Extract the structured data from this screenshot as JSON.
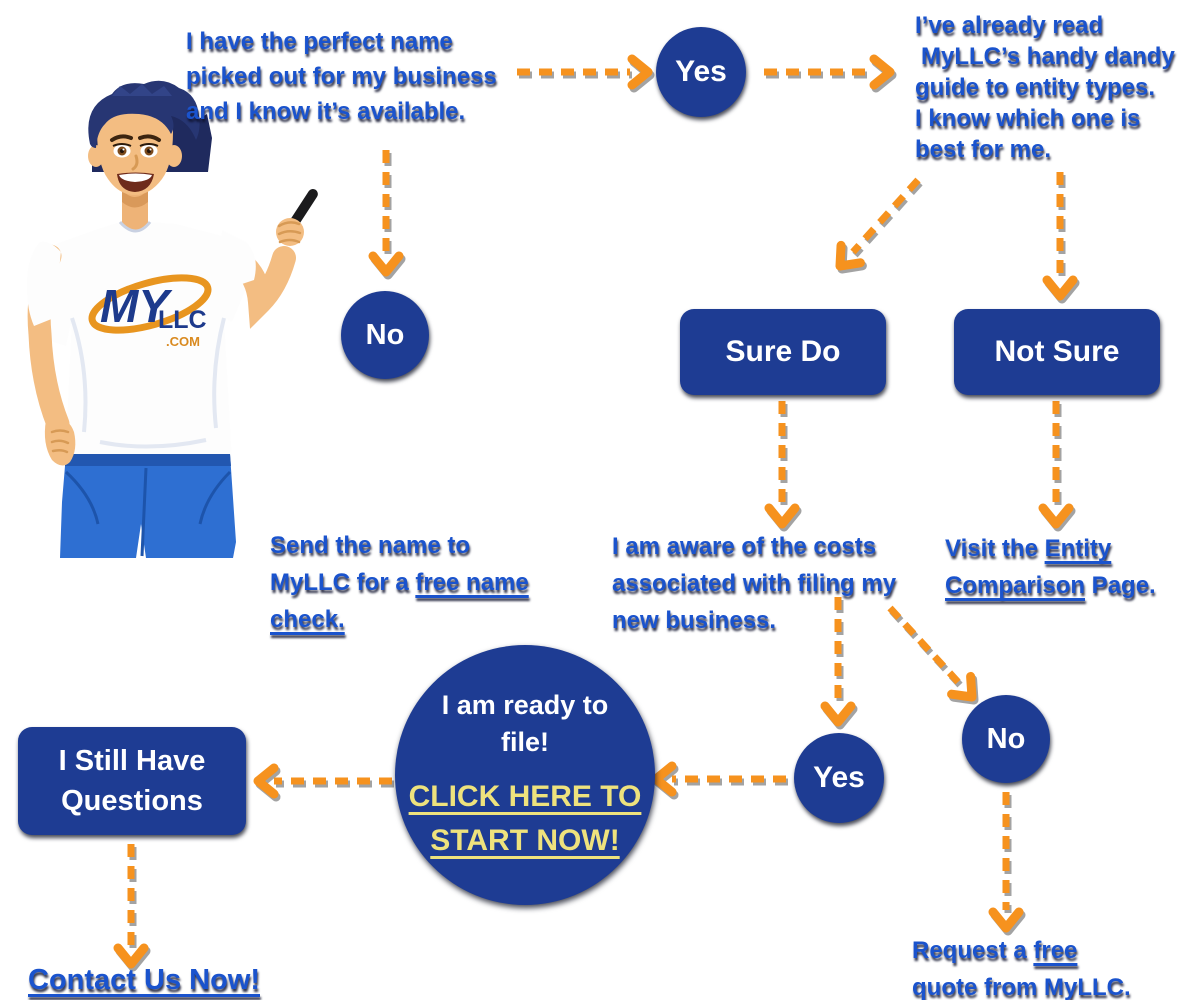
{
  "colors": {
    "node_blue": "#1e3c93",
    "text_blue": "#1a53cd",
    "arrow_orange": "#f6921e",
    "cta_yellow": "#eee27d",
    "jeans_blue": "#2e6fd2",
    "background": "#ffffff"
  },
  "mascot": {
    "description": "cartoon man in MyLLC.com t-shirt holding a pen",
    "logo": {
      "my": "MY",
      "llc": "LLC",
      "com": ".COM"
    }
  },
  "nodes": {
    "yes_top": {
      "label": "Yes"
    },
    "no_left": {
      "label": "No"
    },
    "sure_do": {
      "label": "Sure Do"
    },
    "not_sure": {
      "label": "Not Sure"
    },
    "yes_bottom": {
      "label": "Yes"
    },
    "no_bottom": {
      "label": "No"
    },
    "questions": {
      "line1": "I Still Have",
      "line2": "Questions"
    },
    "ready": {
      "line1": "I am ready to",
      "line2": "file!",
      "cta_line1": "CLICK HERE TO",
      "cta_line2": "START NOW!"
    }
  },
  "texts": {
    "start": {
      "line1": "I have the perfect name",
      "line2": "picked out for my business",
      "line3": "and I know it’s available."
    },
    "guide": {
      "line1": "I’ve already read",
      "line2": "MyLLC’s handy dandy",
      "line3": "guide to entity types.",
      "line4": "I know which one is",
      "line5": "best for me."
    },
    "name_check": {
      "line1": "Send the name to",
      "line2_pre": "MyLLC for a ",
      "line2_link": "free name",
      "line3_link": "check."
    },
    "aware": {
      "line1": "I am aware of the costs",
      "line2": "associated with filing my",
      "line3": "new business."
    },
    "entity": {
      "line1_pre": "Visit the ",
      "line1_link": "Entity",
      "line2_link": "Comparison",
      "line2_post": " Page."
    },
    "request": {
      "line1_pre": "Request a ",
      "line1_link": "free",
      "line2_link": "quote",
      "line2_post": " from MyLLC."
    },
    "contact": {
      "link": "Contact Us Now!"
    }
  }
}
